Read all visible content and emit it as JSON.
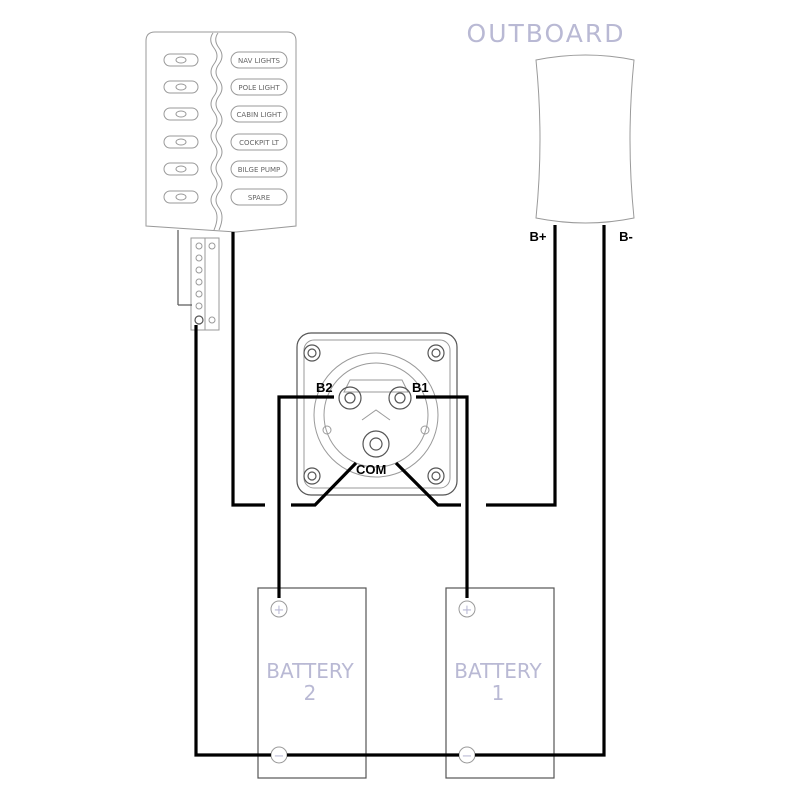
{
  "panel": {
    "switches": [
      {
        "label": "NAV LIGHTS"
      },
      {
        "label": "POLE LIGHT"
      },
      {
        "label": "CABIN LIGHT"
      },
      {
        "label": "COCKPIT LT"
      },
      {
        "label": "BILGE PUMP"
      },
      {
        "label": "SPARE"
      }
    ]
  },
  "outboard": {
    "title": "OUTBOARD",
    "b_plus": "B+",
    "b_minus": "B-"
  },
  "battery_switch": {
    "b2": "B2",
    "b1": "B1",
    "com": "COM"
  },
  "batteries": [
    {
      "line1": "BATTERY",
      "line2": "2",
      "plus": "+",
      "minus": "−"
    },
    {
      "line1": "BATTERY",
      "line2": "1",
      "plus": "+",
      "minus": "−"
    }
  ],
  "colors": {
    "wire": "#000000",
    "outline": "#9a9a9a",
    "faint_label": "#b9b9d4"
  }
}
